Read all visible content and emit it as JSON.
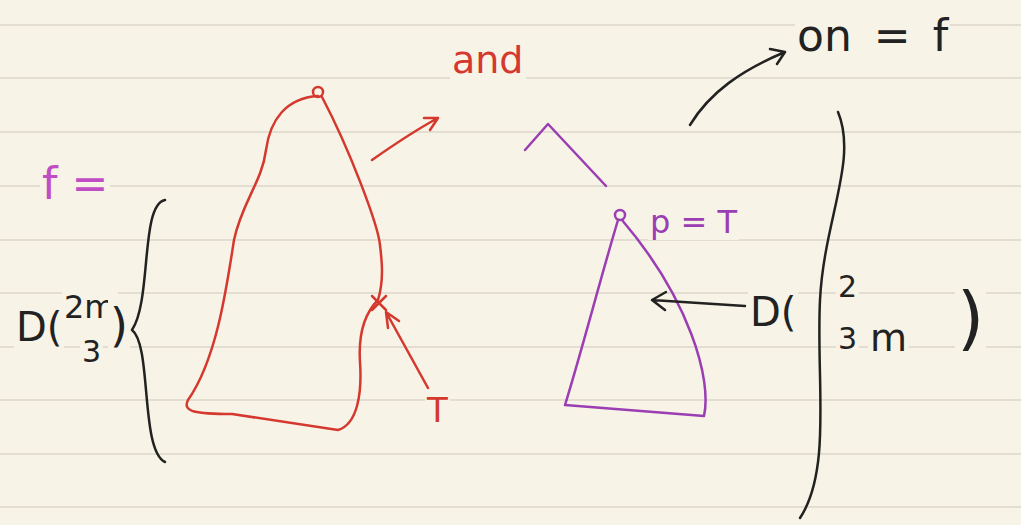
{
  "diagram": {
    "labels": [
      "f =",
      "D(",
      "2m",
      "3",
      ")",
      "and",
      "T",
      "p = T",
      "D(",
      "2",
      "3",
      "m",
      ")",
      "on = f"
    ]
  }
}
